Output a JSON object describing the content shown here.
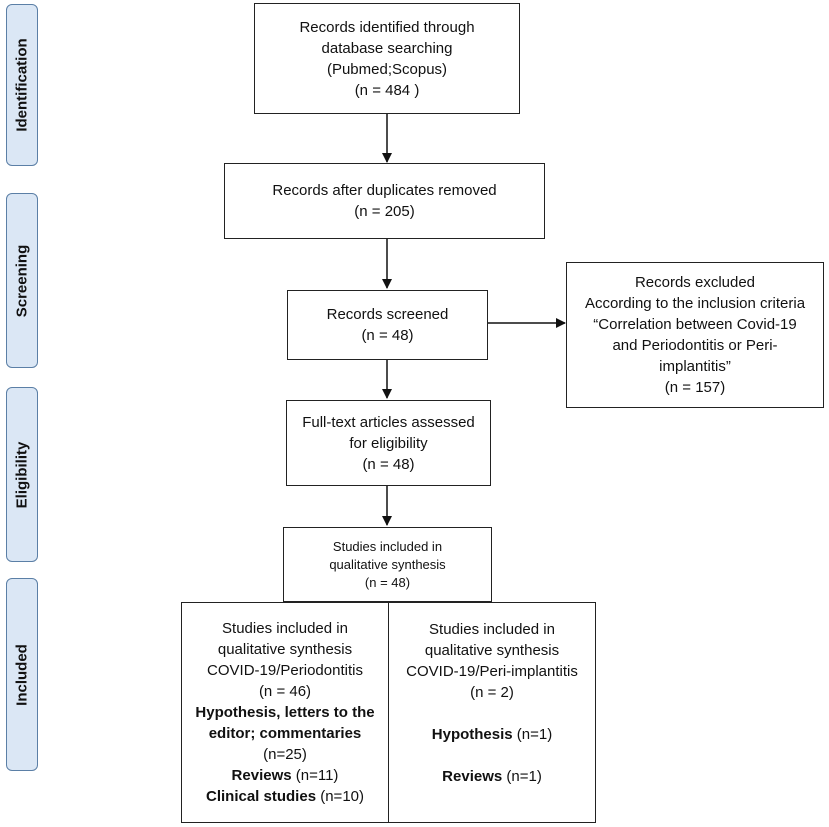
{
  "phases": {
    "identification": "Identification",
    "screening": "Screening",
    "eligibility": "Eligibility",
    "included": "Included"
  },
  "identified": {
    "line1": "Records identified through",
    "line2": "database searching",
    "line3": "(Pubmed;Scopus)",
    "count": "(n = 484  )"
  },
  "duplicates": {
    "line1": "Records after duplicates removed",
    "count": "(n = 205)"
  },
  "screened": {
    "line1": "Records screened",
    "count": "(n = 48)"
  },
  "excluded": {
    "line1": "Records excluded",
    "line2": "According to the inclusion criteria",
    "line3": "“Correlation between Covid-19",
    "line4": "and Periodontitis or Peri-",
    "line5": "implantitis”",
    "count": "(n = 157)"
  },
  "fulltext": {
    "line1": "Full-text articles assessed",
    "line2": "for eligibility",
    "count": "(n = 48)"
  },
  "included_total": {
    "line1": "Studies included in",
    "line2": "qualitative synthesis",
    "count": "(n = 48)"
  },
  "perio": {
    "line1": "Studies included in",
    "line2": "qualitative synthesis",
    "line3": "COVID-19/Periodontitis",
    "count": "(n = 46)",
    "hyp_bold1": "Hypothesis, letters to the",
    "hyp_bold2": "editor; commentaries",
    "hyp_count": "(n=25)",
    "reviews_bold": "Reviews",
    "reviews_count": "(n=11)",
    "clinical_bold": "Clinical studies",
    "clinical_count": "(n=10)"
  },
  "implant": {
    "line1": "Studies included in",
    "line2": "qualitative synthesis",
    "line3": "COVID-19/Peri-implantitis",
    "count": "(n = 2)",
    "hyp_bold": "Hypothesis",
    "hyp_count": "(n=1)",
    "reviews_bold": "Reviews",
    "reviews_count": "(n=1)"
  }
}
